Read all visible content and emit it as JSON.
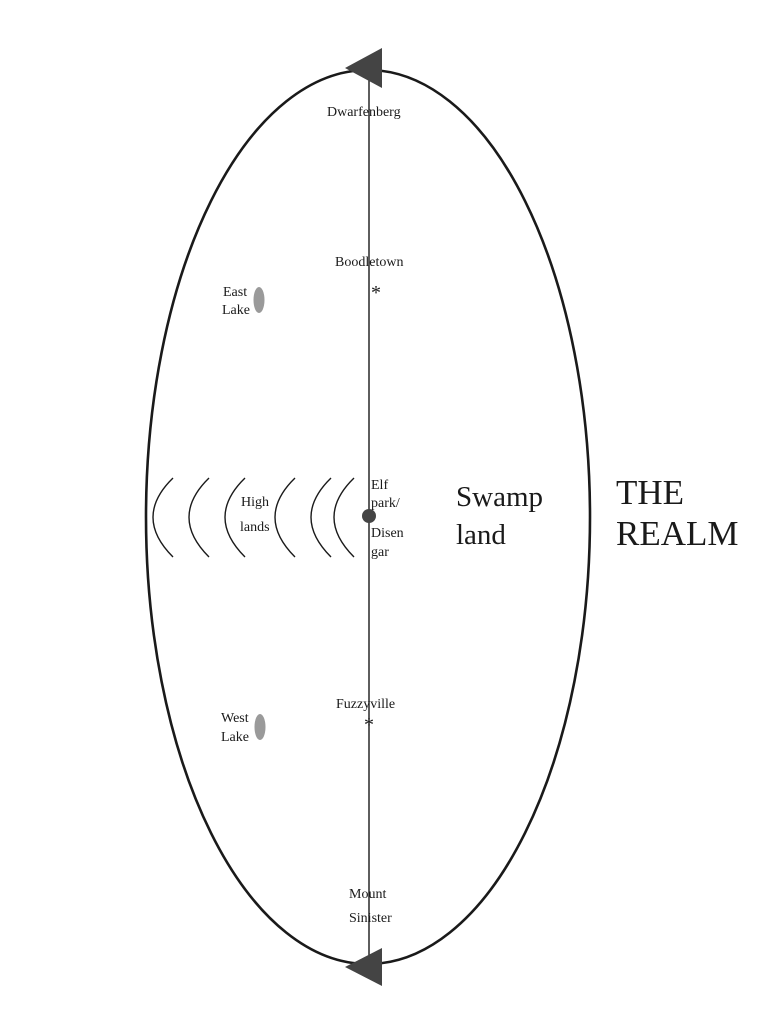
{
  "map": {
    "title_line1": "THE",
    "title_line2": "REALM",
    "region_line1": "Swamp",
    "region_line2": "land",
    "places": {
      "dwarfenberg": "Dwarfenberg",
      "boodletown": "Boodletown",
      "elf_line1": "Elf",
      "elf_line2": "park/",
      "elf_line3": "Disen",
      "elf_line4": "gar",
      "fuzzyville": "Fuzzyville",
      "mount_line1": "Mount",
      "mount_line2": "Sinister",
      "highlands_line1": "High",
      "highlands_line2": "lands",
      "east_lake_line1": "East",
      "east_lake_line2": "Lake",
      "west_lake_line1": "West",
      "west_lake_line2": "Lake"
    },
    "symbols": {
      "town_marker": "*"
    },
    "icons": {
      "north_arrow": "triangle-arrow-icon",
      "south_arrow": "triangle-arrow-icon",
      "lake": "lake-icon",
      "capital": "dot-icon",
      "hills": "arc-hill-icon"
    },
    "colors": {
      "outline": "#1a1a1a",
      "arrow": "#444444",
      "lake": "#9a9a9a",
      "capital": "#444444"
    }
  }
}
